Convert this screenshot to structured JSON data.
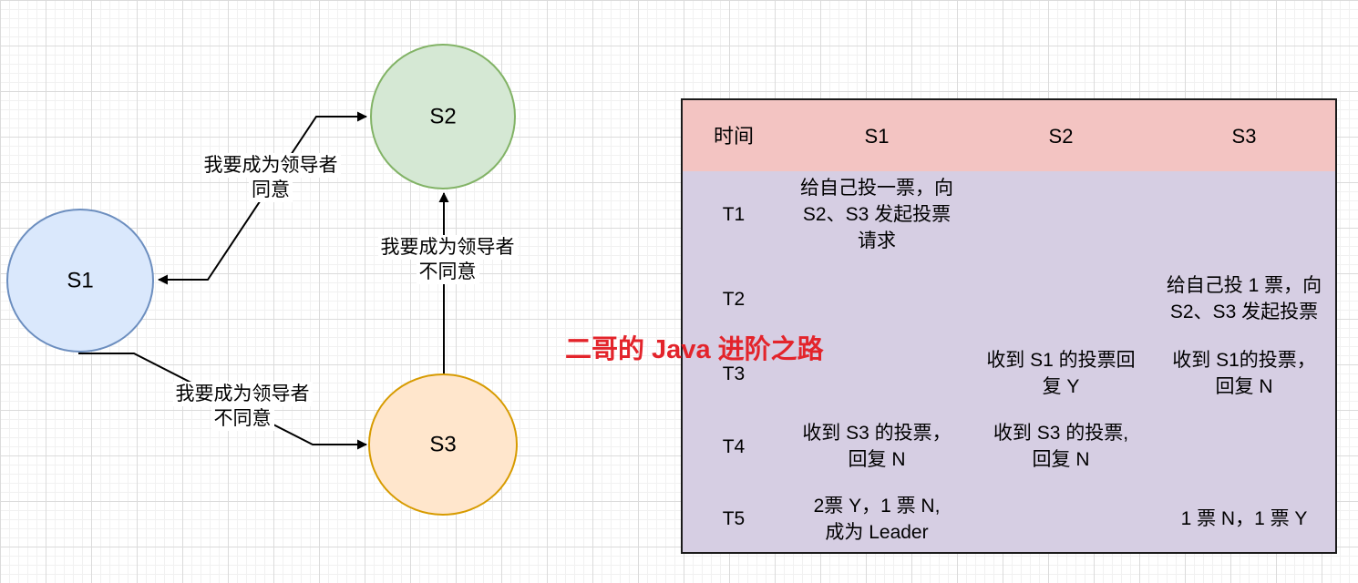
{
  "diagram": {
    "nodes": [
      {
        "id": "s1",
        "label": "S1",
        "fill": "#dae8fc",
        "stroke": "#6c8ebf"
      },
      {
        "id": "s2",
        "label": "S2",
        "fill": "#d5e8d4",
        "stroke": "#82b366"
      },
      {
        "id": "s3",
        "label": "S3",
        "fill": "#ffe6cc",
        "stroke": "#d79b00"
      }
    ],
    "edges": [
      {
        "id": "s1-s2",
        "line1": "我要成为领导者",
        "line2": "同意"
      },
      {
        "id": "s3-s2",
        "line1": "我要成为领导者",
        "line2": "不同意"
      },
      {
        "id": "s1-s3",
        "line1": "我要成为领导者",
        "line2": "不同意"
      }
    ]
  },
  "watermark": {
    "text": "二哥的 Java 进阶之路",
    "color": "#e3242b"
  },
  "table": {
    "colors": {
      "header_bg": "#f3c4c2",
      "body_bg": "#d6cee3",
      "border": "#1b1b1b"
    },
    "header": {
      "time": "时间",
      "s1": "S1",
      "s2": "S2",
      "s3": "S3"
    },
    "rows": [
      {
        "time": "T1",
        "s1": "给自己投一票，向\nS2、S3 发起投票\n请求",
        "s2": "",
        "s3": ""
      },
      {
        "time": "T2",
        "s1": "",
        "s2": "",
        "s3": "给自己投 1 票，向\nS2、S3 发起投票"
      },
      {
        "time": "T3",
        "s1": "",
        "s2": "收到 S1 的投票回\n复 Y",
        "s3": "收到 S1的投票，\n回复 N"
      },
      {
        "time": "T4",
        "s1": "收到 S3 的投票，\n回复 N",
        "s2": "收到 S3 的投票,\n回复 N",
        "s3": ""
      },
      {
        "time": "T5",
        "s1": "2票 Y，1 票 N,\n成为 Leader",
        "s2": "",
        "s3": "1 票 N，1 票 Y"
      }
    ]
  }
}
